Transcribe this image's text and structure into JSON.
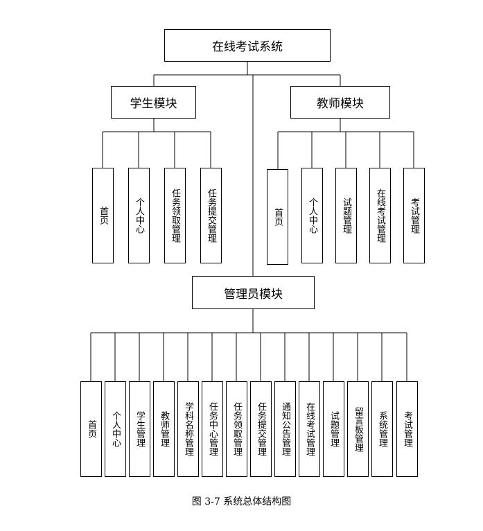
{
  "root": "在线考试系统",
  "student": {
    "title": "学生模块",
    "items": [
      "首页",
      "个人中心",
      "任务领取管理",
      "任务提交管理"
    ]
  },
  "teacher": {
    "title": "教师模块",
    "items": [
      "首页",
      "个人中心",
      "试题管理",
      "在线考试管理",
      "考试管理"
    ]
  },
  "admin": {
    "title": "管理员模块",
    "items": [
      "首页",
      "个人中心",
      "学生管理",
      "教师管理",
      "学科名称管理",
      "任务中心管理",
      "任务领取管理",
      "任务提交管理",
      "通知公告管理",
      "在线考试管理",
      "试题管理",
      "留言板管理",
      "系统管理",
      "考试管理"
    ]
  },
  "caption": "图 3-7  系统总体结构图"
}
